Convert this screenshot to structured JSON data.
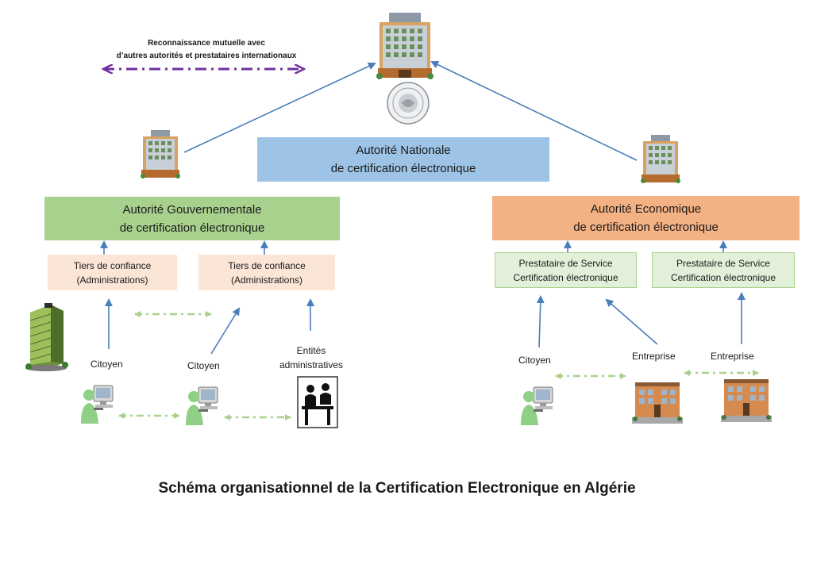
{
  "recognition": {
    "line1": "Reconnaissance mutuelle avec",
    "line2": "d’autres autorités et prestataires internationaux"
  },
  "national": {
    "line1": "Autorité Nationale",
    "line2": "de certification électronique"
  },
  "gov": {
    "line1": "Autorité Gouvernementale",
    "line2": "de certification électronique"
  },
  "eco": {
    "line1": "Autorité Economique",
    "line2": "de certification électronique"
  },
  "tiers": [
    {
      "line1": "Tiers de confiance",
      "line2": "(Administrations)"
    },
    {
      "line1": "Tiers de confiance",
      "line2": "(Administrations)"
    }
  ],
  "prestataires": [
    {
      "line1": "Prestataire de Service",
      "line2": "Certification électronique"
    },
    {
      "line1": "Prestataire de Service",
      "line2": "Certification électronique"
    }
  ],
  "actors": {
    "citoyen_1": "Citoyen",
    "citoyen_2": "Citoyen",
    "entites_line1": "Entités",
    "entites_line2": "administratives",
    "citoyen_3": "Citoyen",
    "entreprise_1": "Entreprise",
    "entreprise_2": "Entreprise"
  },
  "caption": "Schéma organisationnel de la Certification Electronique en Algérie",
  "colors": {
    "national": "#9dc3e6",
    "gov": "#a9d18e",
    "eco": "#f4b183",
    "tiers": "#fbe5d6",
    "presta": "#e2f0d9",
    "arrow": "#4a7ebb",
    "recognition_arrow": "#7030a0",
    "peer_arrow": "#a9d18e"
  }
}
